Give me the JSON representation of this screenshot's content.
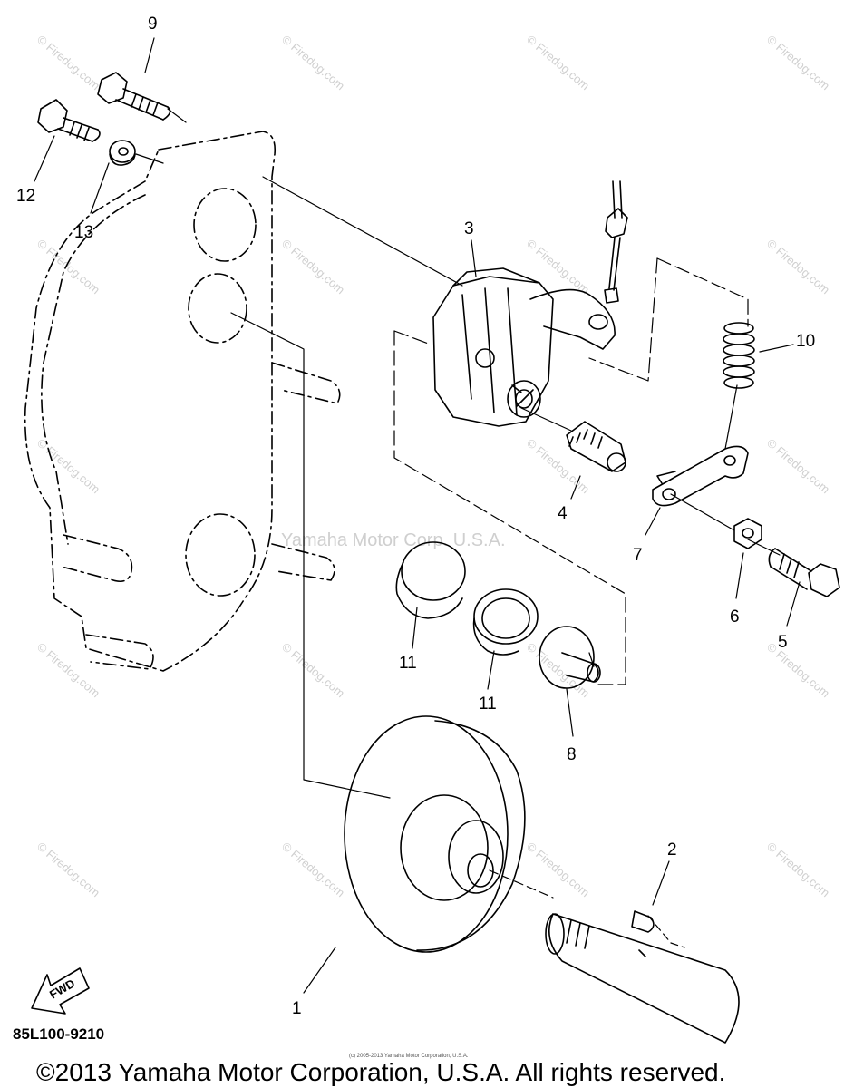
{
  "callouts": {
    "c1": "1",
    "c2": "2",
    "c3": "3",
    "c4": "4",
    "c5": "5",
    "c6": "6",
    "c7": "7",
    "c8": "8",
    "c9": "9",
    "c10": "10",
    "c11a": "11",
    "c11b": "11",
    "c12": "12",
    "c13": "13"
  },
  "watermarks": {
    "site": "© Firedog.com",
    "center": "© Firedog.com",
    "yamaha": "Yamaha Motor Corp. U.S.A."
  },
  "fwd_label": "FWD",
  "part_number": "85L100-9210",
  "fine_print": "(c) 2005-2013 Yamaha Motor Corporation, U.S.A.",
  "copyright": "©2013 Yamaha Motor Corporation, U.S.A. All rights reserved.",
  "colors": {
    "line": "#000000",
    "watermark": "#d0d0d0",
    "background": "#ffffff"
  }
}
